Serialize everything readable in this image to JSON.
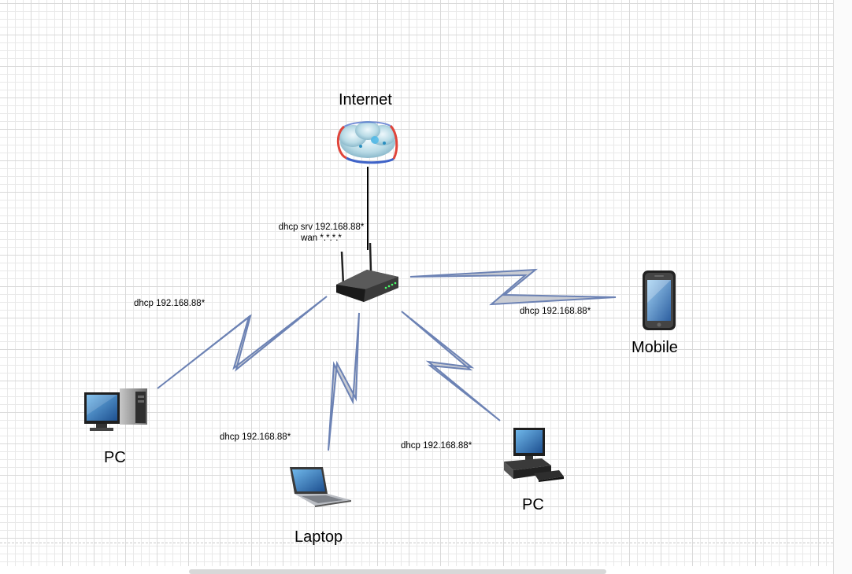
{
  "nodes": {
    "internet": {
      "label": "Internet"
    },
    "router": {
      "line1": "dhcp srv 192.168.88*",
      "line2": "wan *.*.*.*"
    },
    "pc_left": {
      "label": "PC",
      "ip": "dhcp 192.168.88*"
    },
    "laptop": {
      "label": "Laptop",
      "ip": "dhcp 192.168.88*"
    },
    "pc_right": {
      "label": "PC",
      "ip": "dhcp 192.168.88*"
    },
    "mobile": {
      "label": "Mobile",
      "ip": "dhcp 192.168.88*"
    }
  },
  "colors": {
    "wireless_fill": "#c9ccd3",
    "wireless_stroke": "#6c82b4",
    "wired_link": "#000000"
  }
}
